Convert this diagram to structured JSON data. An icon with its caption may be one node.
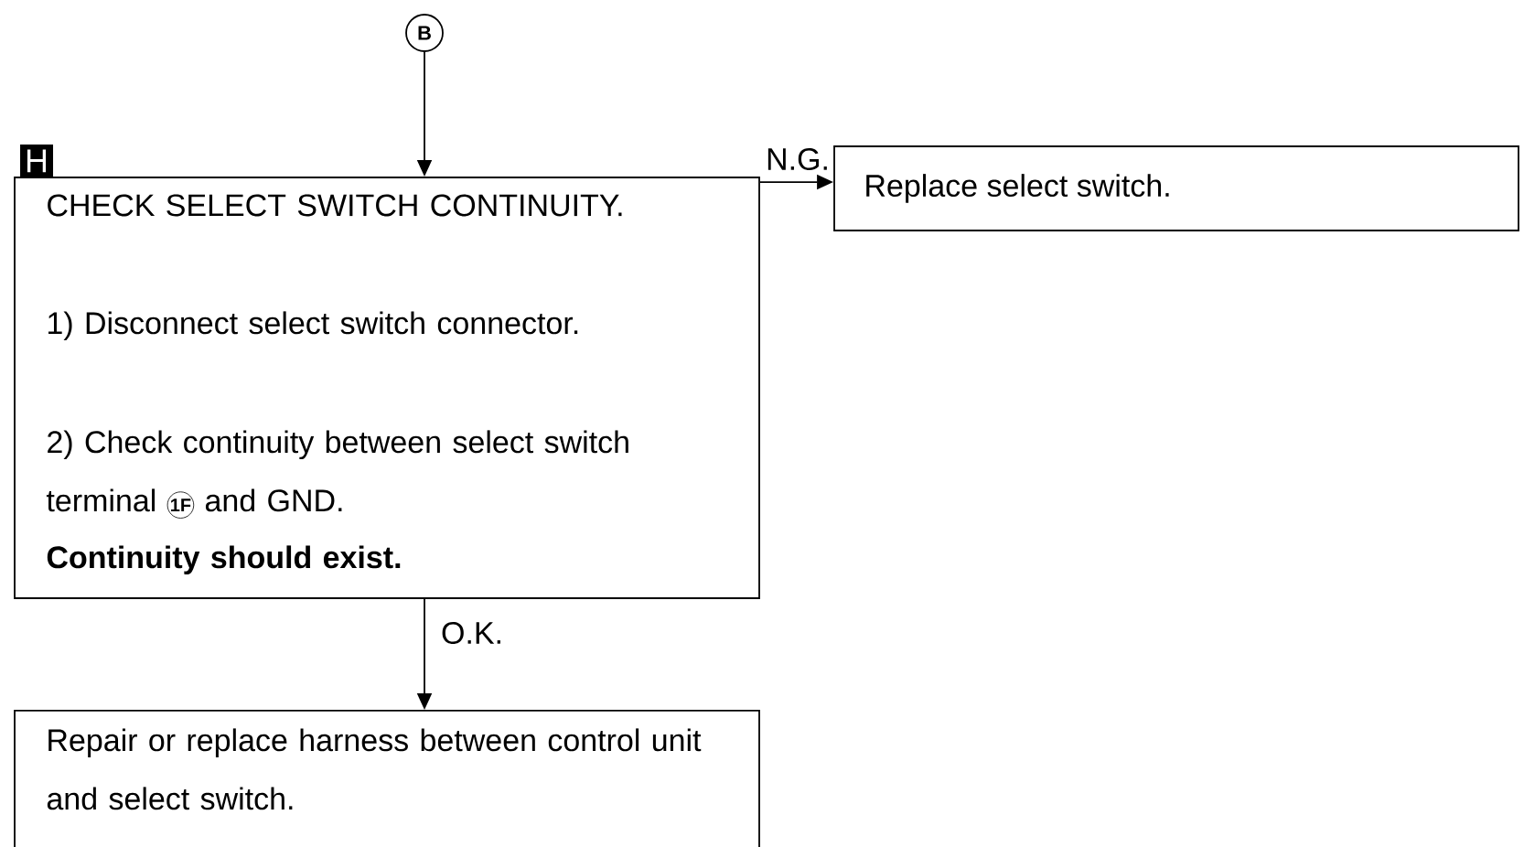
{
  "diagram": {
    "nodes": [
      {
        "text": [
          "B"
        ]
      },
      {
        "text": [
          "H",
          "CHECK SELECT SWITCH CONTINUITY.",
          "1) Disconnect select switch connector.",
          "2) Check continuity between select switch terminal",
          "1F",
          "and GND.",
          "Continuity should exist."
        ]
      },
      {
        "text": [
          "Replace select switch."
        ]
      },
      {
        "text": [
          "Repair or replace harness between control unit and select switch."
        ]
      }
    ],
    "edges": [
      {
        "from": 0,
        "to": 1,
        "arrow": "to"
      },
      {
        "from": 1,
        "to": 2,
        "arrow": "to",
        "label": "N.G."
      },
      {
        "from": 1,
        "to": 3,
        "arrow": "to",
        "label": "O.K."
      }
    ]
  }
}
